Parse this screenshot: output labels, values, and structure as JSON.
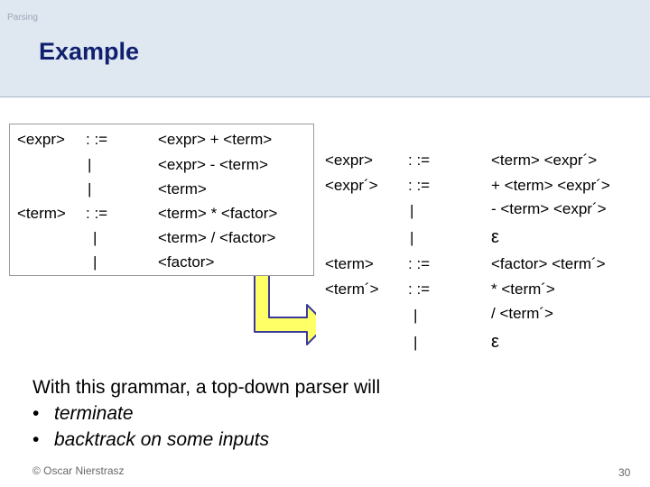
{
  "header": {
    "section": "Parsing",
    "title": "Example"
  },
  "grammar1": {
    "rows": [
      {
        "lhs": "<expr>",
        "op": ": :=",
        "rhs": "<expr> + <term>"
      },
      {
        "lhs": "",
        "op": "|",
        "rhs": "<expr> - <term>"
      },
      {
        "lhs": "",
        "op": "|",
        "rhs": "<term>"
      },
      {
        "lhs": "<term>",
        "op": ": :=",
        "rhs": "<term> * <factor>"
      },
      {
        "lhs": "",
        "op": "|",
        "rhs": "<term> / <factor>"
      },
      {
        "lhs": "",
        "op": "|",
        "rhs": "<factor>"
      }
    ]
  },
  "grammar2": {
    "rows": [
      {
        "lhs": "<expr>",
        "op": ": :=",
        "rhs": "<term> <expr´>"
      },
      {
        "lhs": "<expr´>",
        "op": ": :=",
        "rhs": "+ <term> <expr´>"
      },
      {
        "lhs": "",
        "op": "|",
        "rhs": "- <term> <expr´>"
      },
      {
        "lhs": "",
        "op": "|",
        "rhs": "ε"
      },
      {
        "lhs": "<term>",
        "op": ": :=",
        "rhs": "<factor> <term´>"
      },
      {
        "lhs": "<term´>",
        "op": ": :=",
        "rhs": "* <term´>"
      },
      {
        "lhs": "",
        "op": "|",
        "rhs": "/ <term´>"
      },
      {
        "lhs": "",
        "op": "|",
        "rhs": "ε"
      }
    ]
  },
  "text": {
    "intro": "With this grammar, a top-down parser will",
    "bullet_symbol": "•",
    "bullets": [
      "terminate",
      "backtrack on some inputs"
    ]
  },
  "footer": {
    "author": "© Oscar Nierstrasz",
    "page": "30"
  },
  "colors": {
    "title": "#10206e",
    "header_bg": "#dfe7f1",
    "arrow_fill": "#ffff66",
    "arrow_stroke": "#3a3a9c"
  }
}
